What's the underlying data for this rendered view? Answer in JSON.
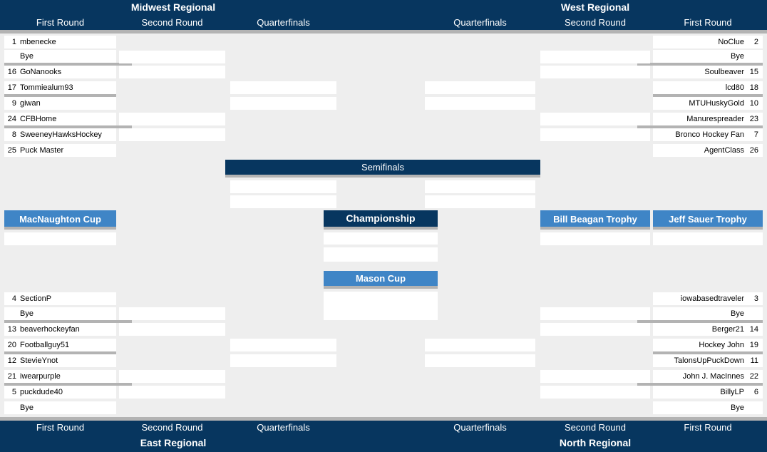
{
  "top": {
    "midwest_title": "Midwest Regional",
    "west_title": "West Regional",
    "left_cols": [
      "First Round",
      "Second Round",
      "Quarterfinals"
    ],
    "right_cols": [
      "Quarterfinals",
      "Second Round",
      "First Round"
    ]
  },
  "bottom": {
    "east_title": "East Regional",
    "north_title": "North Regional",
    "left_cols": [
      "First Round",
      "Second Round",
      "Quarterfinals"
    ],
    "right_cols": [
      "Quarterfinals",
      "Second Round",
      "First Round"
    ]
  },
  "midwest": {
    "first_round": [
      {
        "seed": "1",
        "name": "mbenecke"
      },
      {
        "seed": "",
        "name": "Bye"
      },
      {
        "seed": "16",
        "name": "GoNanooks"
      },
      {
        "seed": "17",
        "name": "Tommiealum93"
      },
      {
        "seed": "9",
        "name": "giwan"
      },
      {
        "seed": "24",
        "name": "CFBHome"
      },
      {
        "seed": "8",
        "name": "SweeneyHawksHockey"
      },
      {
        "seed": "25",
        "name": "Puck Master"
      }
    ]
  },
  "west": {
    "first_round": [
      {
        "seed": "2",
        "name": "NoClue"
      },
      {
        "seed": "",
        "name": "Bye"
      },
      {
        "seed": "15",
        "name": "Soulbeaver"
      },
      {
        "seed": "18",
        "name": "lcd80"
      },
      {
        "seed": "10",
        "name": "MTUHuskyGold"
      },
      {
        "seed": "23",
        "name": "Manurespreader"
      },
      {
        "seed": "7",
        "name": "Bronco Hockey Fan"
      },
      {
        "seed": "26",
        "name": "AgentClass"
      }
    ]
  },
  "east": {
    "first_round": [
      {
        "seed": "4",
        "name": "SectionP"
      },
      {
        "seed": "",
        "name": "Bye"
      },
      {
        "seed": "13",
        "name": "beaverhockeyfan"
      },
      {
        "seed": "20",
        "name": "Footballguy51"
      },
      {
        "seed": "12",
        "name": "StevieYnot"
      },
      {
        "seed": "21",
        "name": "iwearpurple"
      },
      {
        "seed": "5",
        "name": "puckdude40"
      },
      {
        "seed": "",
        "name": "Bye"
      }
    ]
  },
  "north": {
    "first_round": [
      {
        "seed": "3",
        "name": "iowabasedtraveler"
      },
      {
        "seed": "",
        "name": "Bye"
      },
      {
        "seed": "14",
        "name": "Berger21"
      },
      {
        "seed": "19",
        "name": "Hockey John"
      },
      {
        "seed": "11",
        "name": "TalonsUpPuckDown"
      },
      {
        "seed": "22",
        "name": "John J. MacInnes"
      },
      {
        "seed": "6",
        "name": "BillyLP"
      },
      {
        "seed": "",
        "name": "Bye"
      }
    ]
  },
  "center": {
    "semifinals": "Semifinals",
    "championship": "Championship",
    "mason_cup": "Mason Cup"
  },
  "trophies": {
    "macnaughton": "MacNaughton Cup",
    "beagan": "Bill Beagan Trophy",
    "sauer": "Jeff Sauer Trophy"
  },
  "colors": {
    "navy": "#07365f",
    "light_blue": "#3f85c6",
    "divider_gray": "#b3b3b3",
    "background": "#eeeeee"
  }
}
